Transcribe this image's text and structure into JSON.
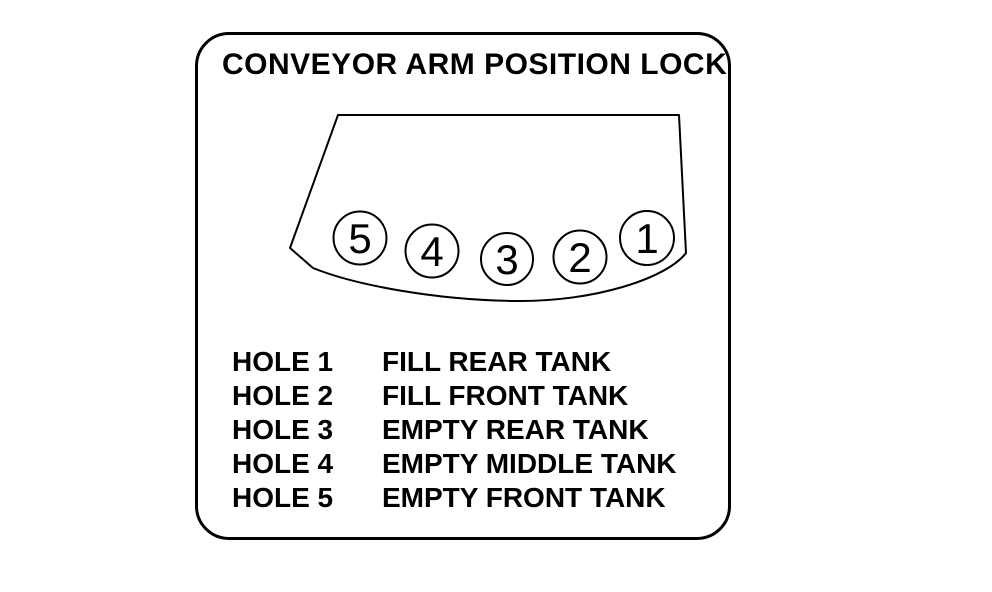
{
  "panel": {
    "title": "CONVEYOR ARM POSITION LOCK"
  },
  "diagram": {
    "description": "conveyor-arm-lock-plate",
    "holes": [
      {
        "label": "5"
      },
      {
        "label": "4"
      },
      {
        "label": "3"
      },
      {
        "label": "2"
      },
      {
        "label": "1"
      }
    ]
  },
  "legend": {
    "rows": [
      {
        "hole": "HOLE 1",
        "function": "FILL REAR TANK"
      },
      {
        "hole": "HOLE 2",
        "function": "FILL FRONT TANK"
      },
      {
        "hole": "HOLE 3",
        "function": "EMPTY REAR TANK"
      },
      {
        "hole": "HOLE 4",
        "function": "EMPTY MIDDLE TANK"
      },
      {
        "hole": "HOLE 5",
        "function": "EMPTY FRONT TANK"
      }
    ]
  },
  "colors": {
    "line": "#000000",
    "background": "#ffffff"
  }
}
